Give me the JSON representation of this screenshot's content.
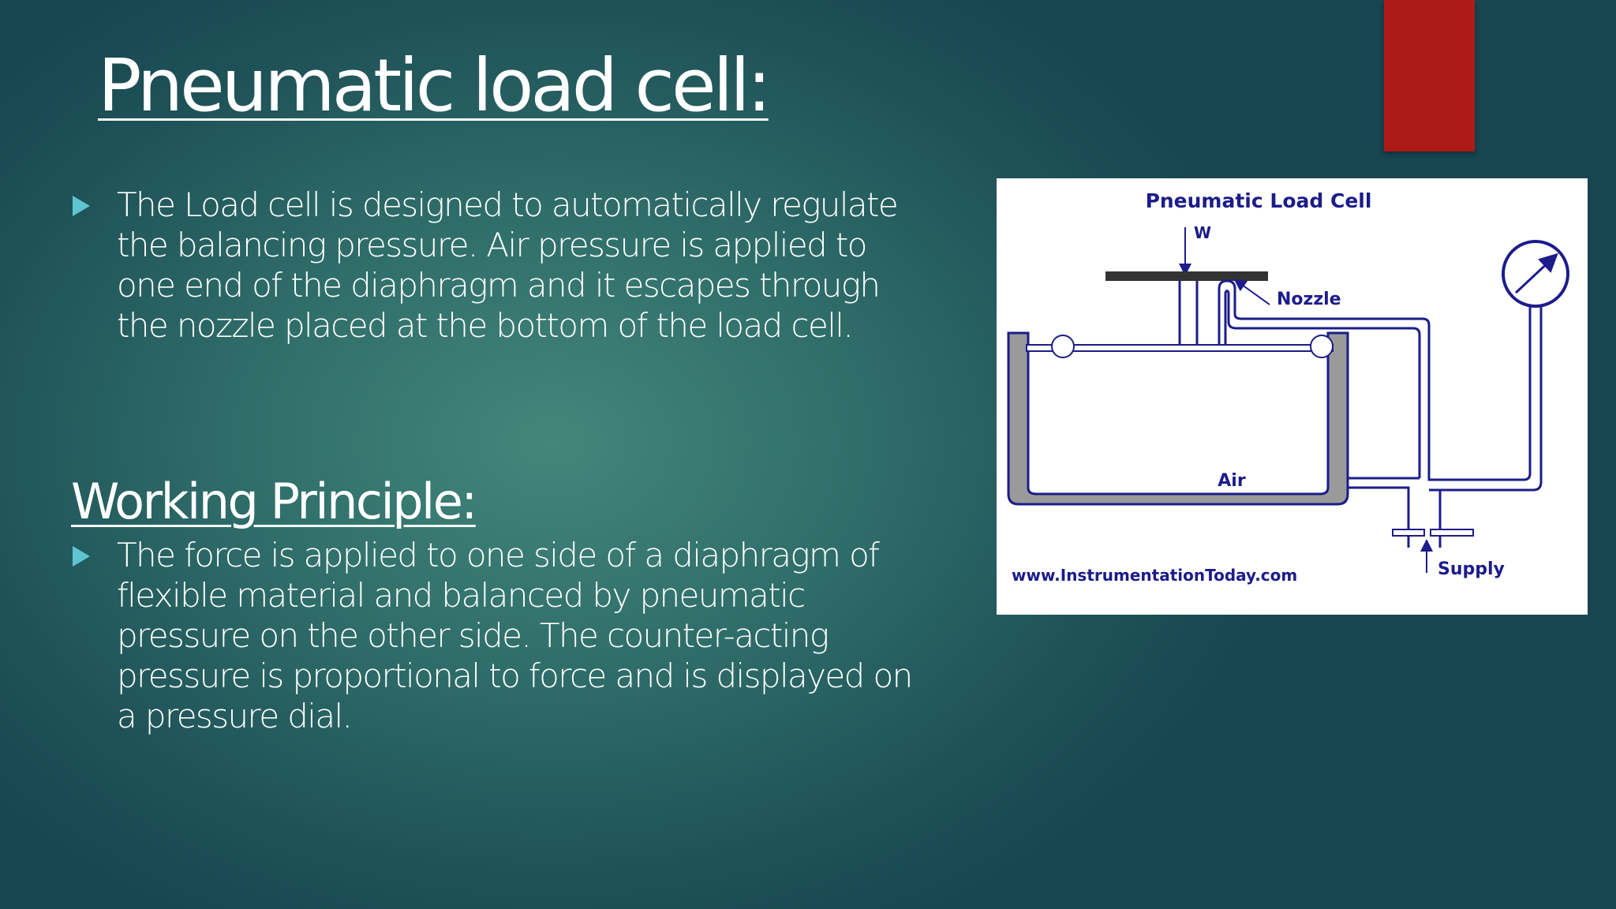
{
  "slide": {
    "title": "Pneumatic load cell:",
    "intro_bullet": "The Load cell is designed to automatically regulate the balancing pressure. Air pressure is applied to one end of the diaphragm and it escapes through the nozzle placed at the bottom of the load cell.",
    "subheading": "Working Principle:",
    "principle_bullet": "The force is applied to one side of a diaphragm of flexible material and balanced by pneumatic pressure on the other side. The counter-acting pressure is proportional to force and is displayed on a pressure dial.",
    "accent_color": "#ac1b18",
    "bullet_color": "#5fc4d2"
  },
  "diagram": {
    "title": "Pneumatic Load Cell",
    "weight_label": "W",
    "nozzle_label": "Nozzle",
    "air_label": "Air",
    "supply_label": "Supply",
    "website": "www.InstrumentationToday.com",
    "line_color": "#1c1c8a"
  }
}
